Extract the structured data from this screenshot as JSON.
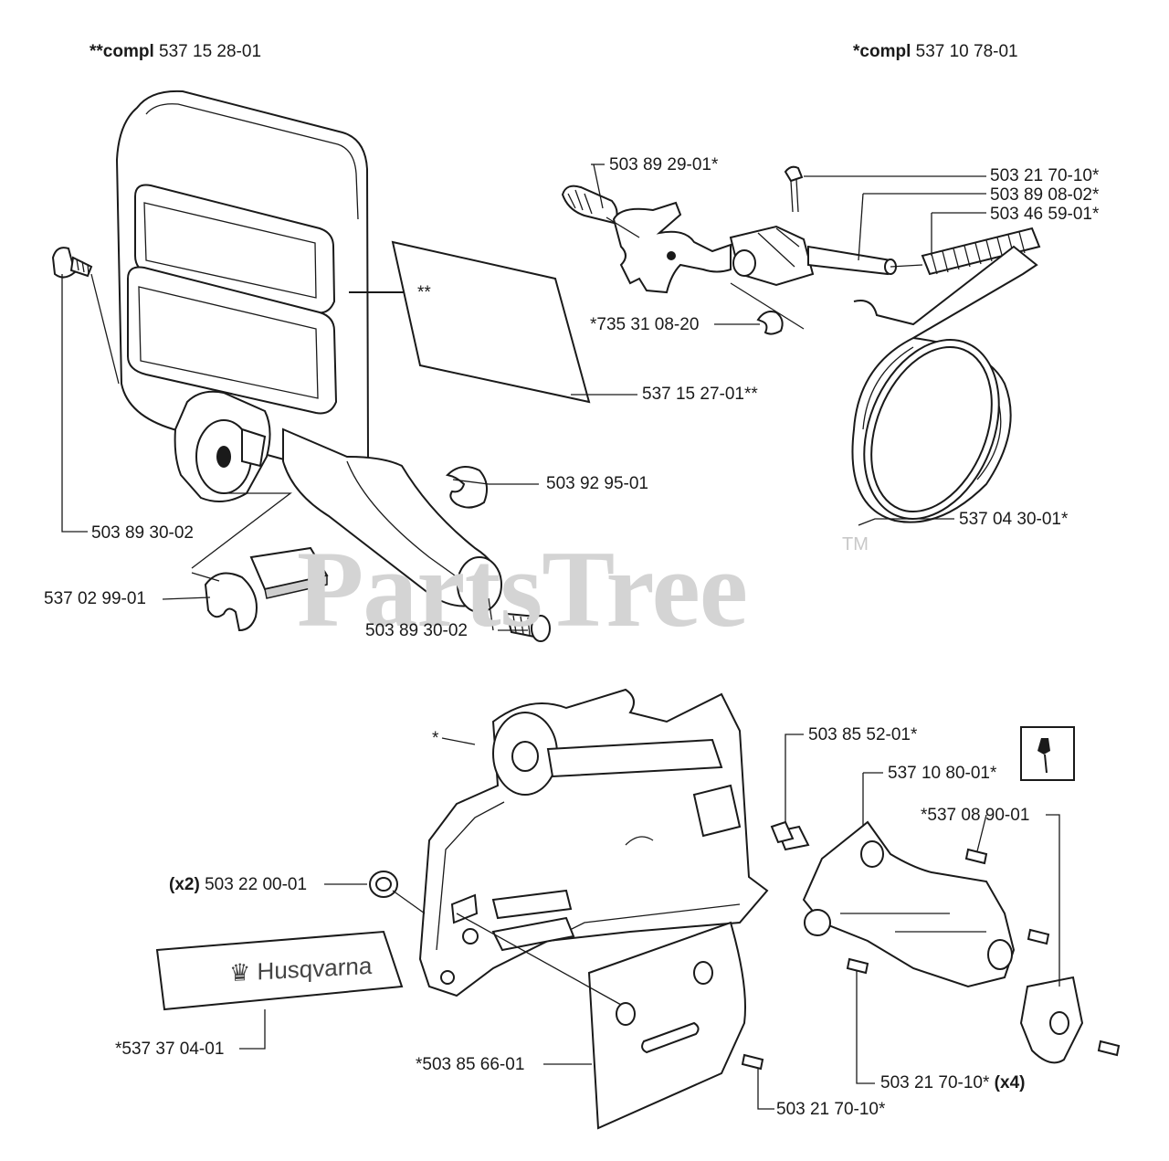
{
  "assemblies": [
    {
      "prefix": "**compl",
      "number": "537 15 28-01"
    },
    {
      "prefix": "*compl",
      "number": "537 10 78-01"
    }
  ],
  "labels": {
    "hand_guard_marker": "**",
    "chain_cover_marker": "*",
    "p_503892901": "503 89 29-01*",
    "p_503217010_top": "503 21 70-10*",
    "p_503890802": "503 89 08-02*",
    "p_503465901": "503 46 59-01*",
    "p_735310820": "*735 31 08-20",
    "p_537152701": "537 15 27-01**",
    "p_503929501": "503 92 95-01",
    "p_537043001": "537 04 30-01*",
    "p_503893002_left": "503 89 30-02",
    "p_537029901": "537 02 99-01",
    "p_503893002_bottom": "503 89 30-02",
    "p_503855201": "503 85 52-01*",
    "p_537108001": "537 10 80-01*",
    "p_537089001": "*537 08 90-01",
    "p_503220001_qty": "(x2)",
    "p_503220001": "503 22 00-01",
    "p_537370401": "*537 37 04-01",
    "p_503856601": "*503 85 66-01",
    "p_503217010_x4": "503 21 70-10*",
    "p_503217010_x4_qty": "(x4)",
    "p_503217010_bottom": "503 21 70-10*"
  },
  "decal_text": "Husqvarna",
  "watermark": {
    "text": "PartsTree",
    "mark": "TM"
  },
  "icons": {
    "tool": "wrench-screwdriver-icon",
    "brand_logo": "husqvarna-crown-logo"
  }
}
